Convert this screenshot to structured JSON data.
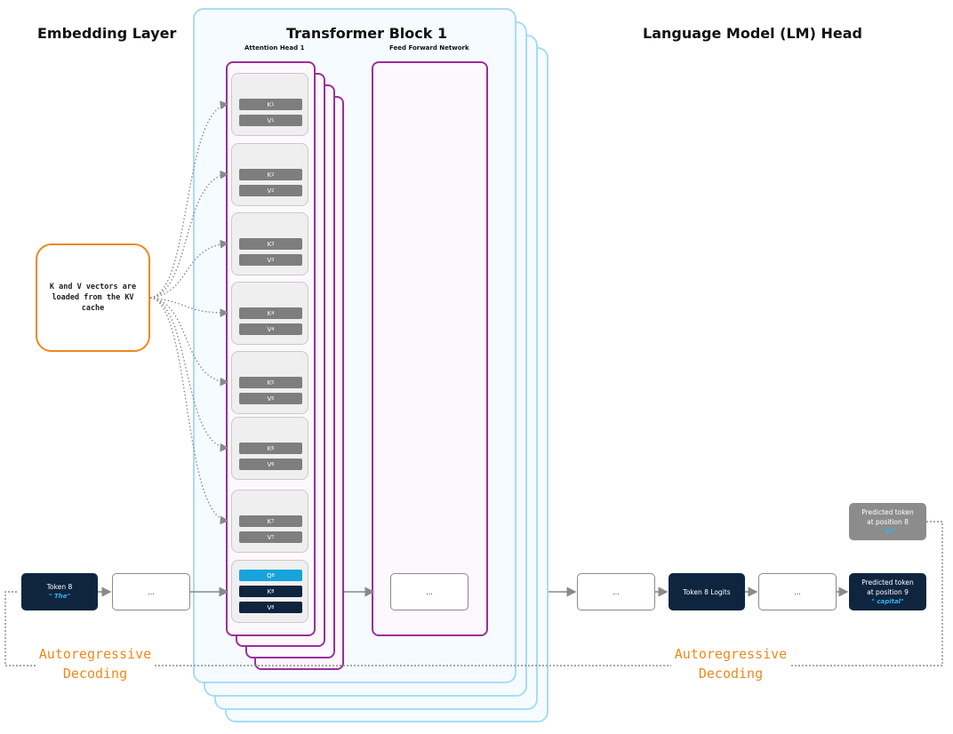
{
  "titles": {
    "embedding": "Embedding Layer",
    "transformer": "Transformer Block 1",
    "lm_head": "Language Model (LM) Head",
    "attention": "Attention Head 1",
    "ffn": "Feed Forward Network"
  },
  "note": "K and V vectors are loaded from the KV cache",
  "kv_cache": [
    {
      "k": "K",
      "v": "V",
      "sub": "1"
    },
    {
      "k": "K",
      "v": "V",
      "sub": "2"
    },
    {
      "k": "K",
      "v": "V",
      "sub": "3"
    },
    {
      "k": "K",
      "v": "V",
      "sub": "4"
    },
    {
      "k": "K",
      "v": "V",
      "sub": "5"
    },
    {
      "k": "K",
      "v": "V",
      "sub": "6"
    },
    {
      "k": "K",
      "v": "V",
      "sub": "7"
    }
  ],
  "current": {
    "q": "Q",
    "k": "K",
    "v": "V",
    "sub": "8"
  },
  "input_token": {
    "label": "Token 8",
    "value": "\" The\""
  },
  "ellipsis": "...",
  "logits": "Token 8 Logits",
  "predicted_prev": {
    "line1": "Predicted token",
    "line2": "at position 8",
    "value": "\" of\""
  },
  "predicted_next": {
    "line1": "Predicted token",
    "line2": "at position 9",
    "value": "\" capital\""
  },
  "autoregressive": {
    "line1": "Autoregressive",
    "line2": "Decoding"
  },
  "colors": {
    "accent_orange": "#f0881c",
    "purple": "#9b2f9b",
    "light_blue": "#a9dcf4",
    "navy": "#0f253f",
    "query_blue": "#17a3dc"
  }
}
